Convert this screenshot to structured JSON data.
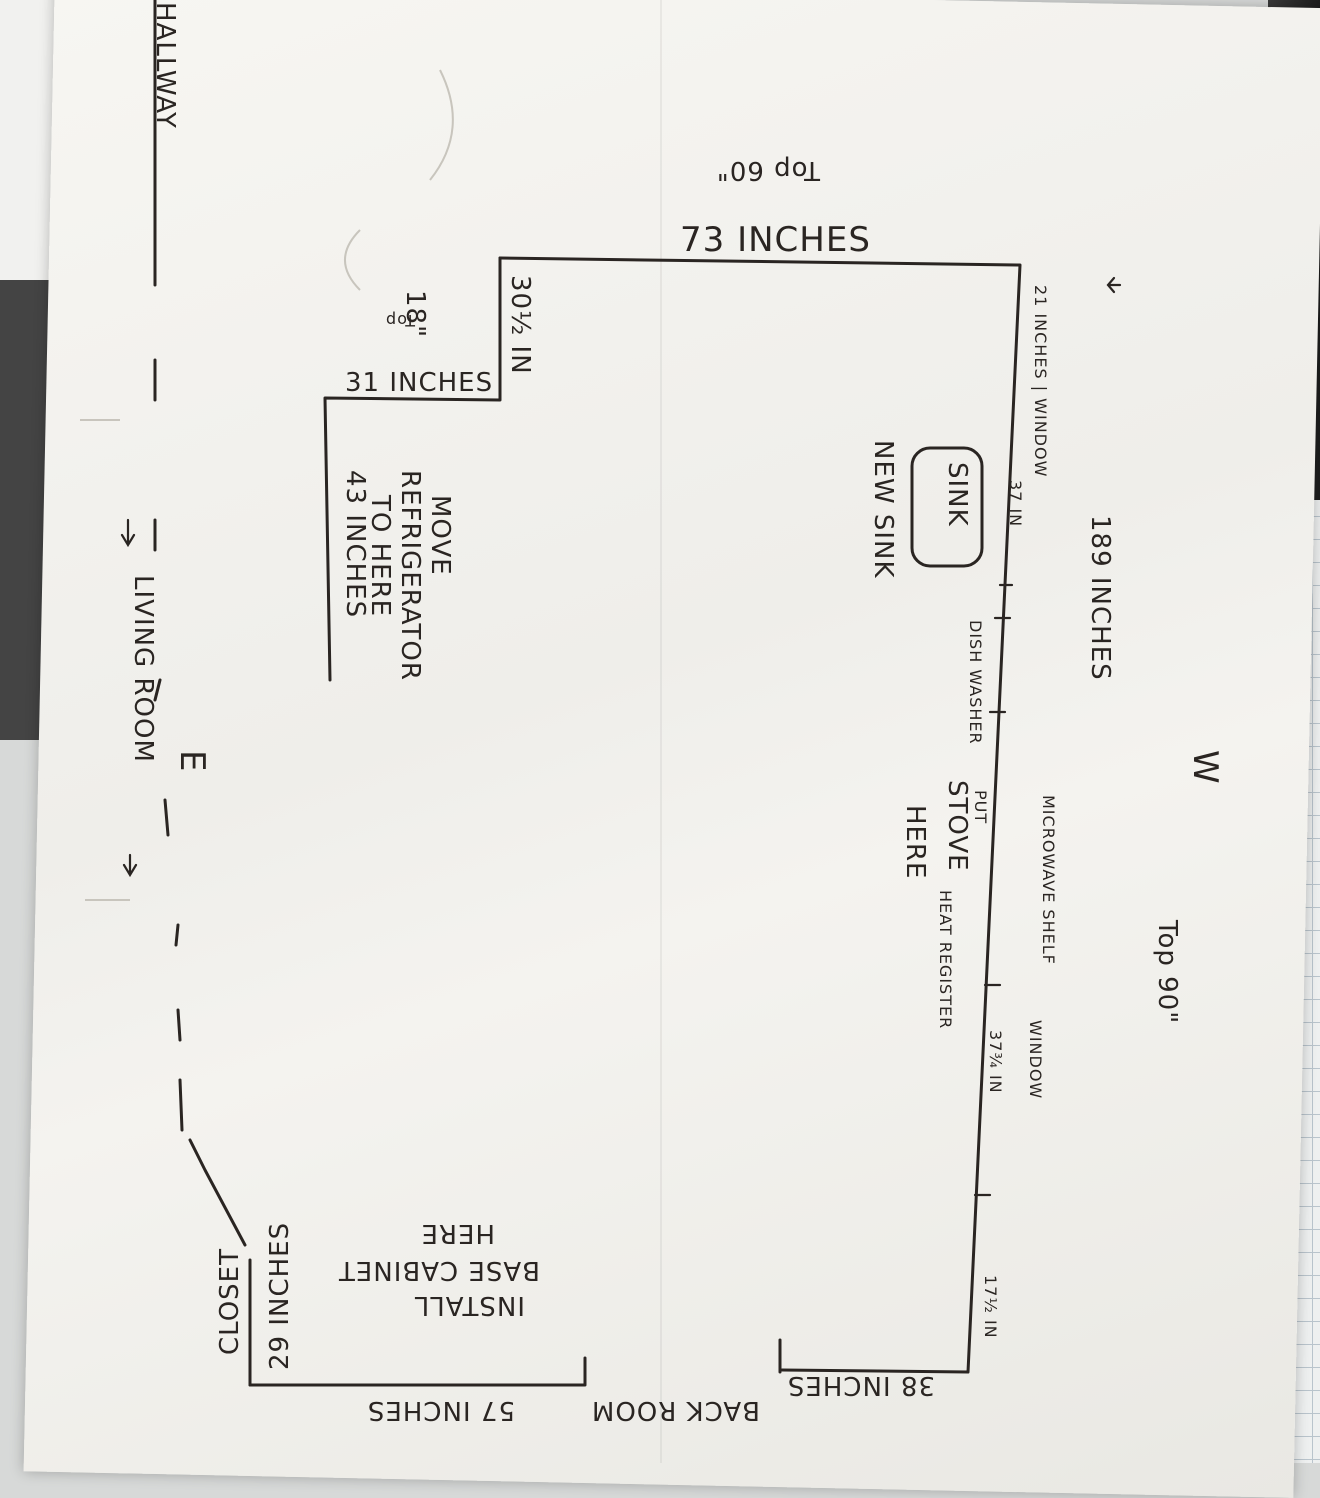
{
  "labels": {
    "hallway": "HALLWAY",
    "width_73": "73 INCHES",
    "top_60": "Top\n60\"",
    "height_30_5": "30½ IN",
    "depth_18": "18\"",
    "top_label": "Top",
    "inches_31": "31 INCHES",
    "inches_21_window": "21 INCHES | WINDOW",
    "window_37_in": "37 IN",
    "sink": "SINK",
    "new_sink": "NEW SINK",
    "total_189": "189 INCHES",
    "dish_washer": "DISH WASHER",
    "microwave_shelf": "MICROWAVE SHELF",
    "stove": "STOVE",
    "put": "PUT",
    "here": "HERE",
    "heat_register": "HEAT REGISTER",
    "window": "WINDOW",
    "window_37_3_4": "37¾ IN",
    "inches_17_5": "17½ IN",
    "inches_38": "38 INCHES",
    "back_room": "BACK ROOM",
    "top_90": "Top 90\"",
    "compass_w": "W",
    "compass_e": "E",
    "living_room": "LIVING ROOM",
    "move_fridge_1": "MOVE",
    "move_fridge_2": "REFRIGERATOR",
    "move_fridge_3": "TO HERE",
    "inches_43": "43 INCHES",
    "install_1": "INSTALL",
    "install_2": "BASE CABINET",
    "install_3": "HERE",
    "inches_57": "57 INCHES",
    "closet": "CLOSET",
    "inches_29": "29 INCHES"
  },
  "colors": {
    "ink": "#2a2522",
    "paper": "#f4f3ef",
    "grid": "#b9c4cc"
  }
}
